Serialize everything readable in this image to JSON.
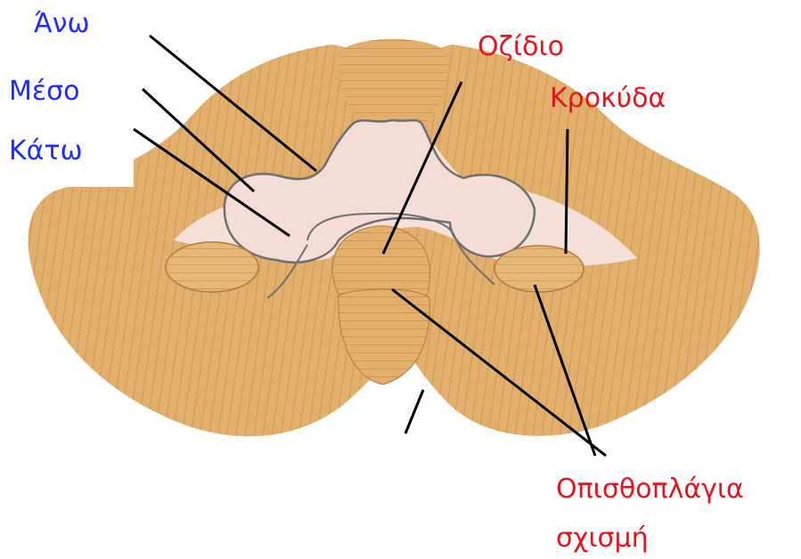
{
  "labels": {
    "ano": "Άνω",
    "meso": "Μέσο",
    "kato": "Κάτω",
    "ozidio": "Οζίδιο",
    "krokyda": "Κροκύδα",
    "opisthoplagia_line1": "Οπισθοπλάγια",
    "opisthoplagia_line2": "σχισμή"
  },
  "colors": {
    "cerebellum_fill": "#e2b06c",
    "cerebellum_folia": "#b07b3b",
    "peduncle_fill": "#f6e0da",
    "peduncle_outline": "#6f6f6f",
    "label_blue": "#1f2bff",
    "label_red": "#e8141c",
    "leader_line": "#000000"
  }
}
